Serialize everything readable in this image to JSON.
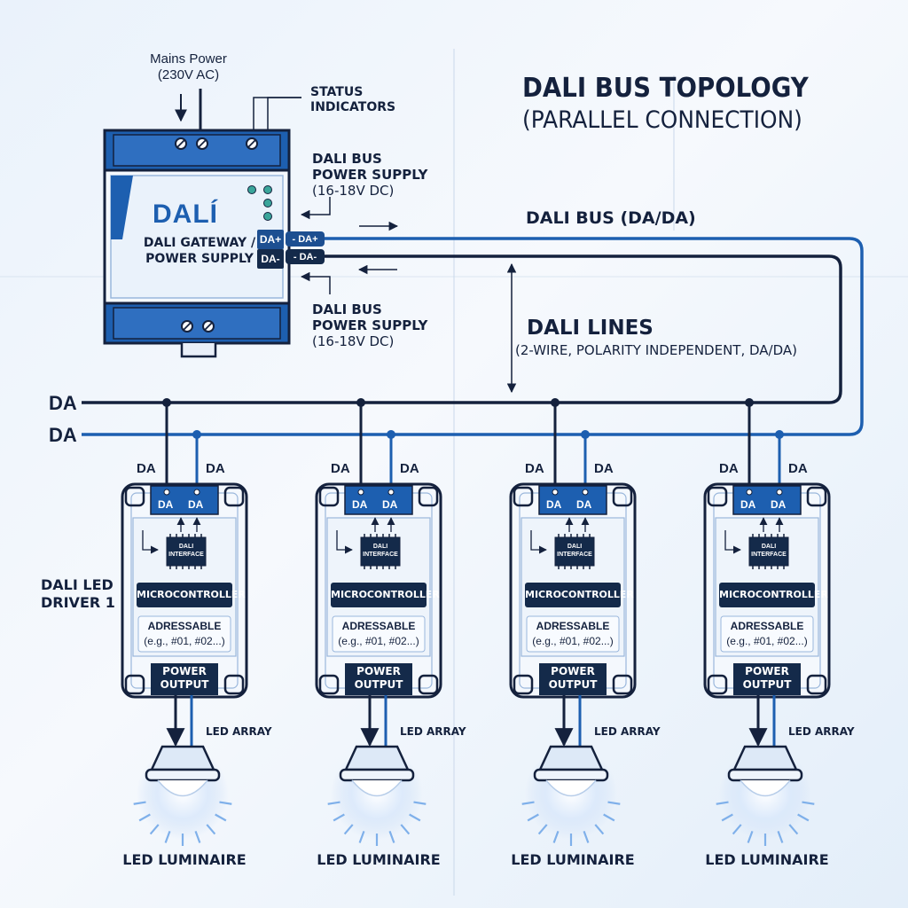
{
  "title": {
    "line1": "DALI BUS TOPOLOGY",
    "line2": "(PARALLEL CONNECTION)"
  },
  "mains": {
    "line1": "Mains Power",
    "line2": "(230V AC)"
  },
  "status_indicators": {
    "line1": "STATUS",
    "line2": "INDICATORS"
  },
  "bus_supply_top": {
    "line1": "DALI BUS",
    "line2": "POWER SUPPLY",
    "line3": "(16-18V DC)"
  },
  "bus_supply_bottom": {
    "line1": "DALI BUS",
    "line2": "POWER SUPPLY",
    "line3": "(16-18V DC)"
  },
  "gateway": {
    "logo": "DALÍ",
    "name_line1": "DALI GATEWAY /",
    "name_line2": "POWER SUPPLY",
    "port_plus": "DA+",
    "port_minus": "DA-",
    "term_plus": "- DA+",
    "term_minus": "- DA-"
  },
  "bus_label": "DALI BUS (DA/DA)",
  "lines": {
    "title": "DALI LINES",
    "subtitle": "(2-WIRE, POLARITY INDEPENDENT, DA/DA)"
  },
  "bus_wires": {
    "upper": "DA",
    "lower": "DA"
  },
  "driver_side_label": {
    "line1": "DALI LED",
    "line2": "DRIVER 1"
  },
  "drivers": [
    {
      "wire_left": "DA",
      "wire_right": "DA",
      "term_left": "DA",
      "term_right": "DA",
      "chip_line1": "DALI",
      "chip_line2": "INTERFACE",
      "mcu": "MICROCONTROLLER",
      "addr_line1": "ADRESSABLE",
      "addr_line2": "(e.g., #01, #02...)",
      "power_line1": "POWER",
      "power_line2": "OUTPUT",
      "led_array": "LED ARRAY",
      "luminaire": "LED LUMINAIRE"
    },
    {
      "wire_left": "DA",
      "wire_right": "DA",
      "term_left": "DA",
      "term_right": "DA",
      "chip_line1": "DALI",
      "chip_line2": "INTERFACE",
      "mcu": "MICROCONTROLLER",
      "addr_line1": "ADRESSABLE",
      "addr_line2": "(e.g., #01, #02...)",
      "power_line1": "POWER",
      "power_line2": "OUTPUT",
      "led_array": "LED ARRAY",
      "luminaire": "LED LUMINAIRE"
    },
    {
      "wire_left": "DA",
      "wire_right": "DA",
      "term_left": "DA",
      "term_right": "DA",
      "chip_line1": "DALI",
      "chip_line2": "INTERFACE",
      "mcu": "MICROCONTROLLER",
      "addr_line1": "ADRESSABLE",
      "addr_line2": "(e.g., #01, #02...)",
      "power_line1": "POWER",
      "power_line2": "OUTPUT",
      "led_array": "LED ARRAY",
      "luminaire": "LED LUMINAIRE"
    },
    {
      "wire_left": "DA",
      "wire_right": "DA",
      "term_left": "DA",
      "term_right": "DA",
      "chip_line1": "DALI",
      "chip_line2": "INTERFACE",
      "mcu": "MICROCONTROLLER",
      "addr_line1": "ADRESSABLE",
      "addr_line2": "(e.g., #01, #02...)",
      "power_line1": "POWER",
      "power_line2": "OUTPUT",
      "led_array": "LED ARRAY",
      "luminaire": "LED LUMINAIRE"
    }
  ],
  "colors": {
    "navy": "#14213d",
    "blue": "#1d5fb0",
    "mid": "#2f6fc0",
    "accent": "#1d4f91"
  }
}
